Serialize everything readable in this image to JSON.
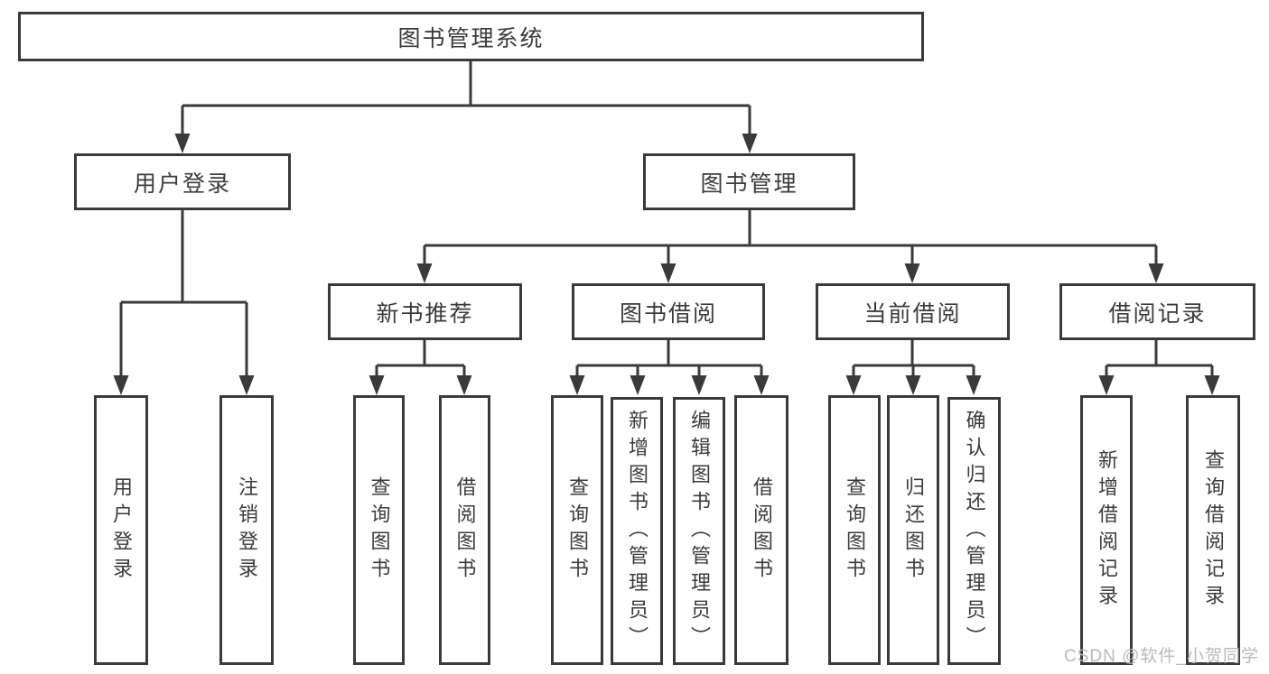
{
  "diagram": {
    "type": "hierarchy-tree",
    "tree": {
      "label": "图书管理系统",
      "children": [
        {
          "label": "用户登录",
          "children": [
            {
              "label": "用户登录"
            },
            {
              "label": "注销登录"
            }
          ]
        },
        {
          "label": "图书管理",
          "children": [
            {
              "label": "新书推荐",
              "children": [
                {
                  "label": "查询图书"
                },
                {
                  "label": "借阅图书"
                }
              ]
            },
            {
              "label": "图书借阅",
              "children": [
                {
                  "label": "查询图书"
                },
                {
                  "label": "新增图书（管理员）"
                },
                {
                  "label": "编辑图书（管理员）"
                },
                {
                  "label": "借阅图书"
                }
              ]
            },
            {
              "label": "当前借阅",
              "children": [
                {
                  "label": "查询图书"
                },
                {
                  "label": "归还图书"
                },
                {
                  "label": "确认归还（管理员）"
                }
              ]
            },
            {
              "label": "借阅记录",
              "children": [
                {
                  "label": "新增借阅记录"
                },
                {
                  "label": "查询借阅记录"
                }
              ]
            }
          ]
        }
      ]
    }
  },
  "watermark": "CSDN @软件_小贺同学",
  "colors": {
    "line": "#3a3a3a",
    "text": "#3b3b3b",
    "watermark": "#b9b9b9",
    "background": "#ffffff"
  }
}
